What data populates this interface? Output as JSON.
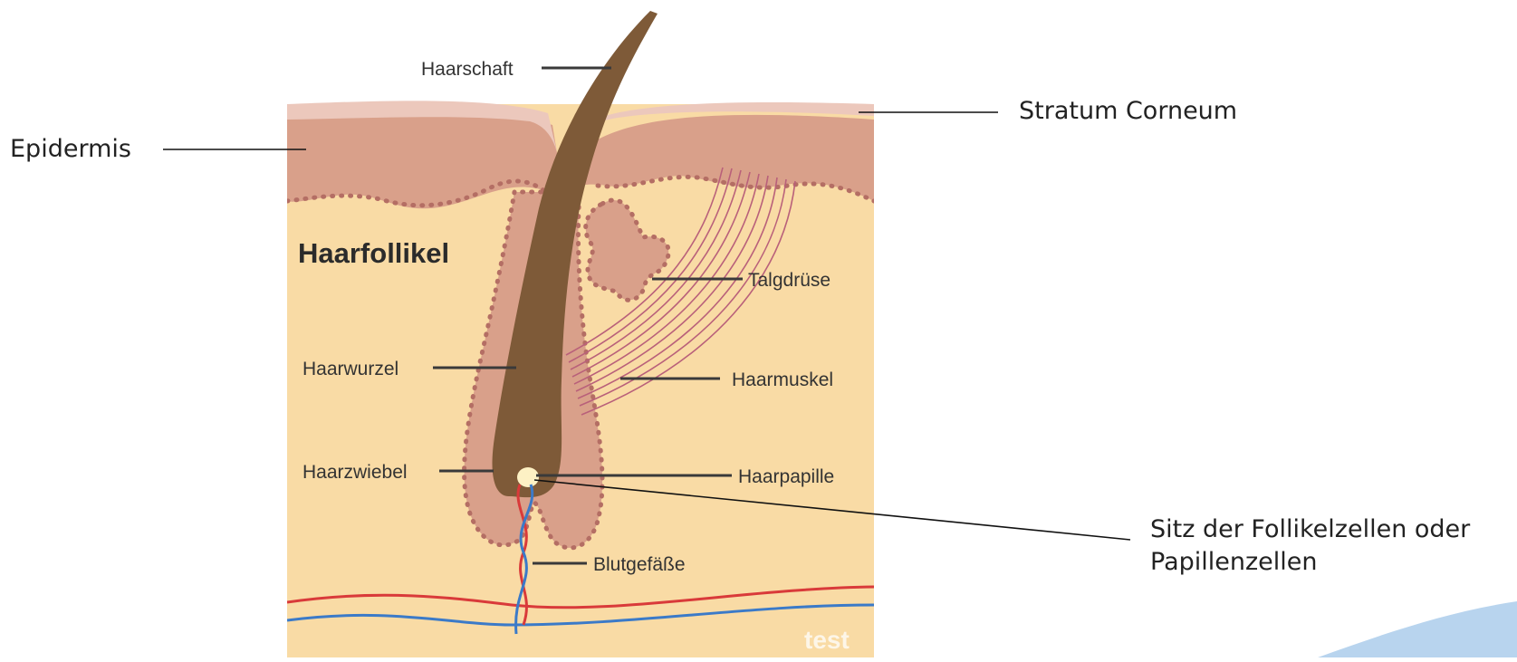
{
  "diagram": {
    "title": "Haarfollikel",
    "watermark": "test",
    "inner_labels": {
      "haarschaft": "Haarschaft",
      "talgdruese": "Talgdrüse",
      "haarwurzel": "Haarwurzel",
      "haarmuskel": "Haarmuskel",
      "haarzwiebel": "Haarzwiebel",
      "haarpapille": "Haarpapille",
      "blutgefaesse": "Blutgefäße"
    },
    "outer_labels": {
      "epidermis": "Epidermis",
      "stratum_corneum": "Stratum Corneum",
      "sitz_line1": "Sitz der Follikelzellen oder",
      "sitz_line2": "Papillenzellen"
    },
    "colors": {
      "dermis": "#f9dba5",
      "epidermis": "#d9a08a",
      "stratum_corneum": "#ecc8bc",
      "hair": "#7e5a38",
      "follicle_dots": "#b46e64",
      "muscle": "#b9607a",
      "artery": "#d93a3a",
      "vein": "#3b7ac8",
      "papilla": "#fdf1c4"
    }
  }
}
